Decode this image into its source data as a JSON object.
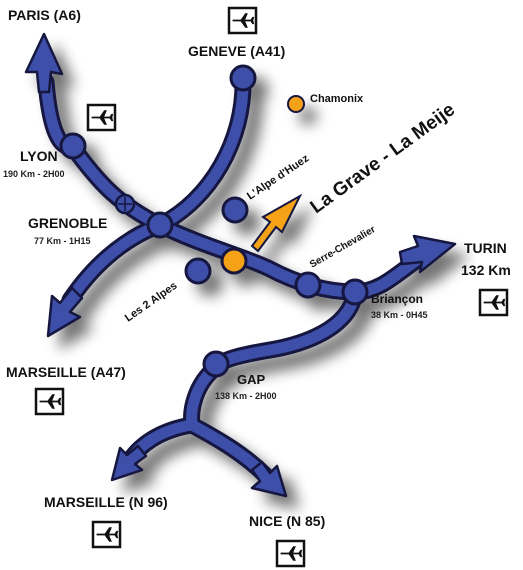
{
  "map": {
    "highlight_label": "La Grave - La Meije",
    "cities": {
      "paris": "PARIS (A6)",
      "geneve": "GENEVE (A41)",
      "chamonix": "Chamonix",
      "lyon": "LYON",
      "lyon_dist": "190 Km - 2H00",
      "alpe_huez": "L'Alpe d'Huez",
      "grenoble": "GRENOBLE",
      "grenoble_dist": "77 Km - 1H15",
      "serre_chevalier": "Serre-Chevalier",
      "turin": "TURIN",
      "turin_dist": "132 Km",
      "les_2_alpes": "Les 2 Alpes",
      "briancon": "Briançon",
      "briancon_dist": "38 Km - 0H45",
      "marseille_a47": "MARSEILLE (A47)",
      "gap": "GAP",
      "gap_dist": "138 Km - 2H00",
      "marseille_n96": "MARSEILLE (N 96)",
      "nice": "NICE (N 85)"
    },
    "colors": {
      "road": "#3e4fa8",
      "road_outline": "#12183f",
      "node": "#3e4fa8",
      "highlight": "#f5a218"
    },
    "icons": [
      "airport-icon",
      "airport-icon",
      "airport-icon",
      "airport-icon",
      "airport-icon",
      "airport-icon"
    ]
  }
}
